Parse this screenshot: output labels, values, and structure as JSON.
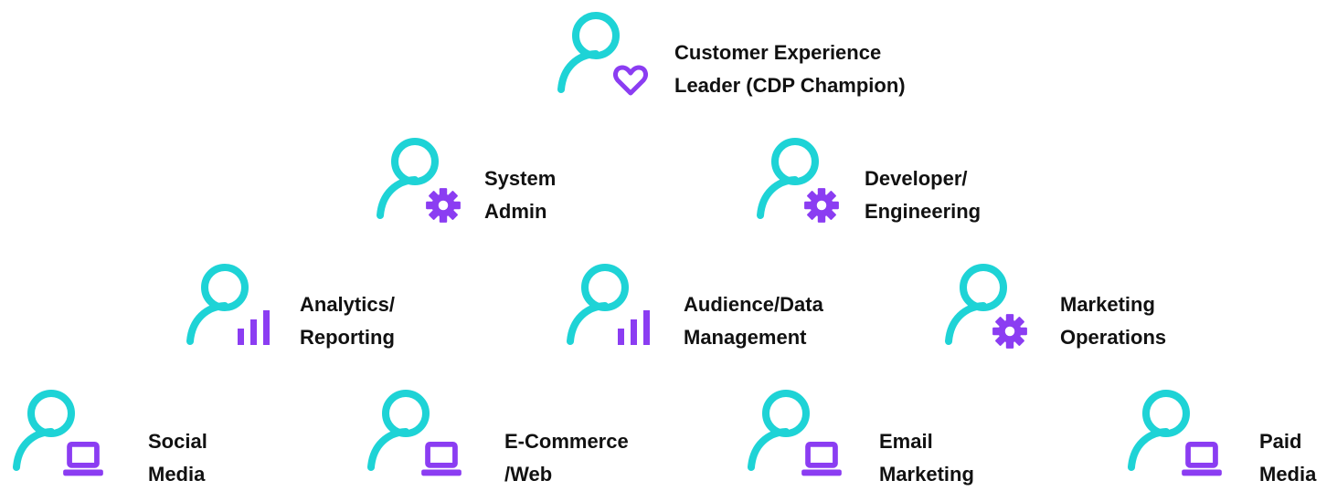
{
  "colors": {
    "person": "#1ed3d6",
    "badge": "#8b3df2",
    "text": "#111111"
  },
  "roles": [
    {
      "id": "cx-leader",
      "lines": [
        "Customer Experience",
        "Leader (CDP Champion)"
      ],
      "badge": "heart-icon"
    },
    {
      "id": "system-admin",
      "lines": [
        "System",
        "Admin"
      ],
      "badge": "gear-icon"
    },
    {
      "id": "developer",
      "lines": [
        "Developer/",
        "Engineering"
      ],
      "badge": "gear-icon"
    },
    {
      "id": "analytics",
      "lines": [
        "Analytics/",
        "Reporting"
      ],
      "badge": "bar-chart-icon"
    },
    {
      "id": "audience",
      "lines": [
        "Audience/Data",
        "Management"
      ],
      "badge": "bar-chart-icon"
    },
    {
      "id": "marketing-ops",
      "lines": [
        "Marketing",
        "Operations"
      ],
      "badge": "gear-icon"
    },
    {
      "id": "social-media",
      "lines": [
        "Social",
        "Media"
      ],
      "badge": "laptop-icon"
    },
    {
      "id": "ecommerce",
      "lines": [
        "E-Commerce",
        "/Web"
      ],
      "badge": "laptop-icon"
    },
    {
      "id": "email-marketing",
      "lines": [
        "Email",
        "Marketing"
      ],
      "badge": "laptop-icon"
    },
    {
      "id": "paid-media",
      "lines": [
        "Paid",
        "Media"
      ],
      "badge": "laptop-icon"
    }
  ]
}
